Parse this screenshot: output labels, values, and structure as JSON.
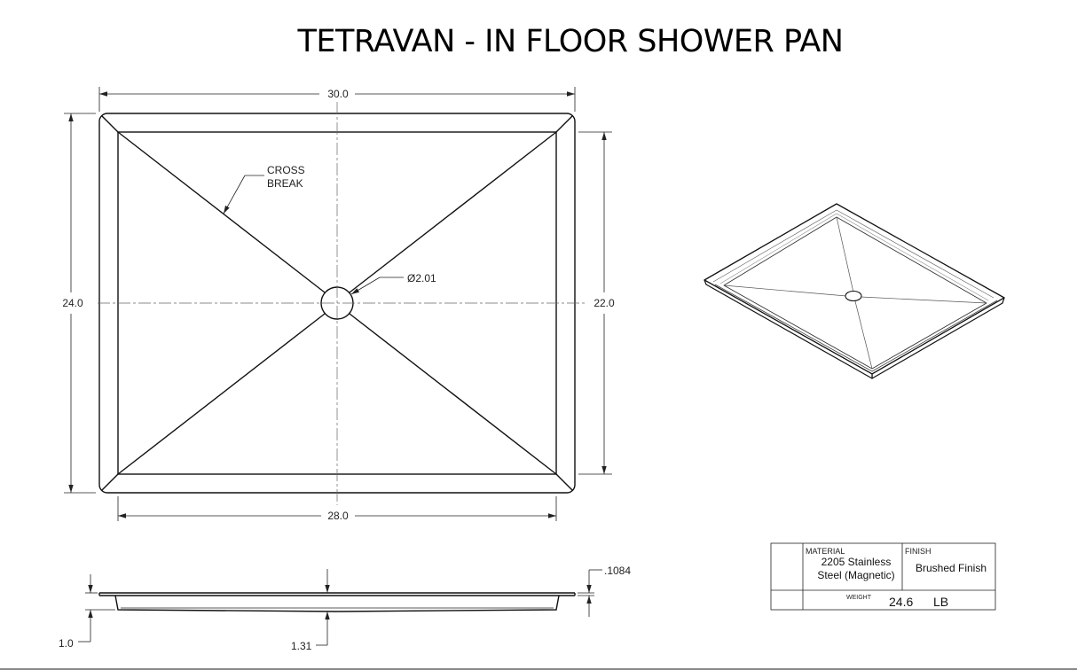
{
  "title": "TETRAVAN - IN FLOOR SHOWER PAN",
  "top_view": {
    "dim_outer_width": "30.0",
    "dim_outer_height": "24.0",
    "dim_inner_width": "28.0",
    "dim_inner_height": "22.0",
    "drain_diameter": "Ø2.01",
    "cross_break_line1": "CROSS",
    "cross_break_line2": "BREAK"
  },
  "side_view": {
    "flange_thickness": ".1084",
    "depth_left": "1.0",
    "depth_center": "1.31"
  },
  "title_block": {
    "material_label": "MATERIAL",
    "material_line1": "2205 Stainless",
    "material_line2": "Steel (Magnetic)",
    "finish_label": "FINISH",
    "finish_value": "Brushed Finish",
    "weight_label": "WEIGHT",
    "weight_value": "24.6",
    "weight_unit": "LB"
  }
}
